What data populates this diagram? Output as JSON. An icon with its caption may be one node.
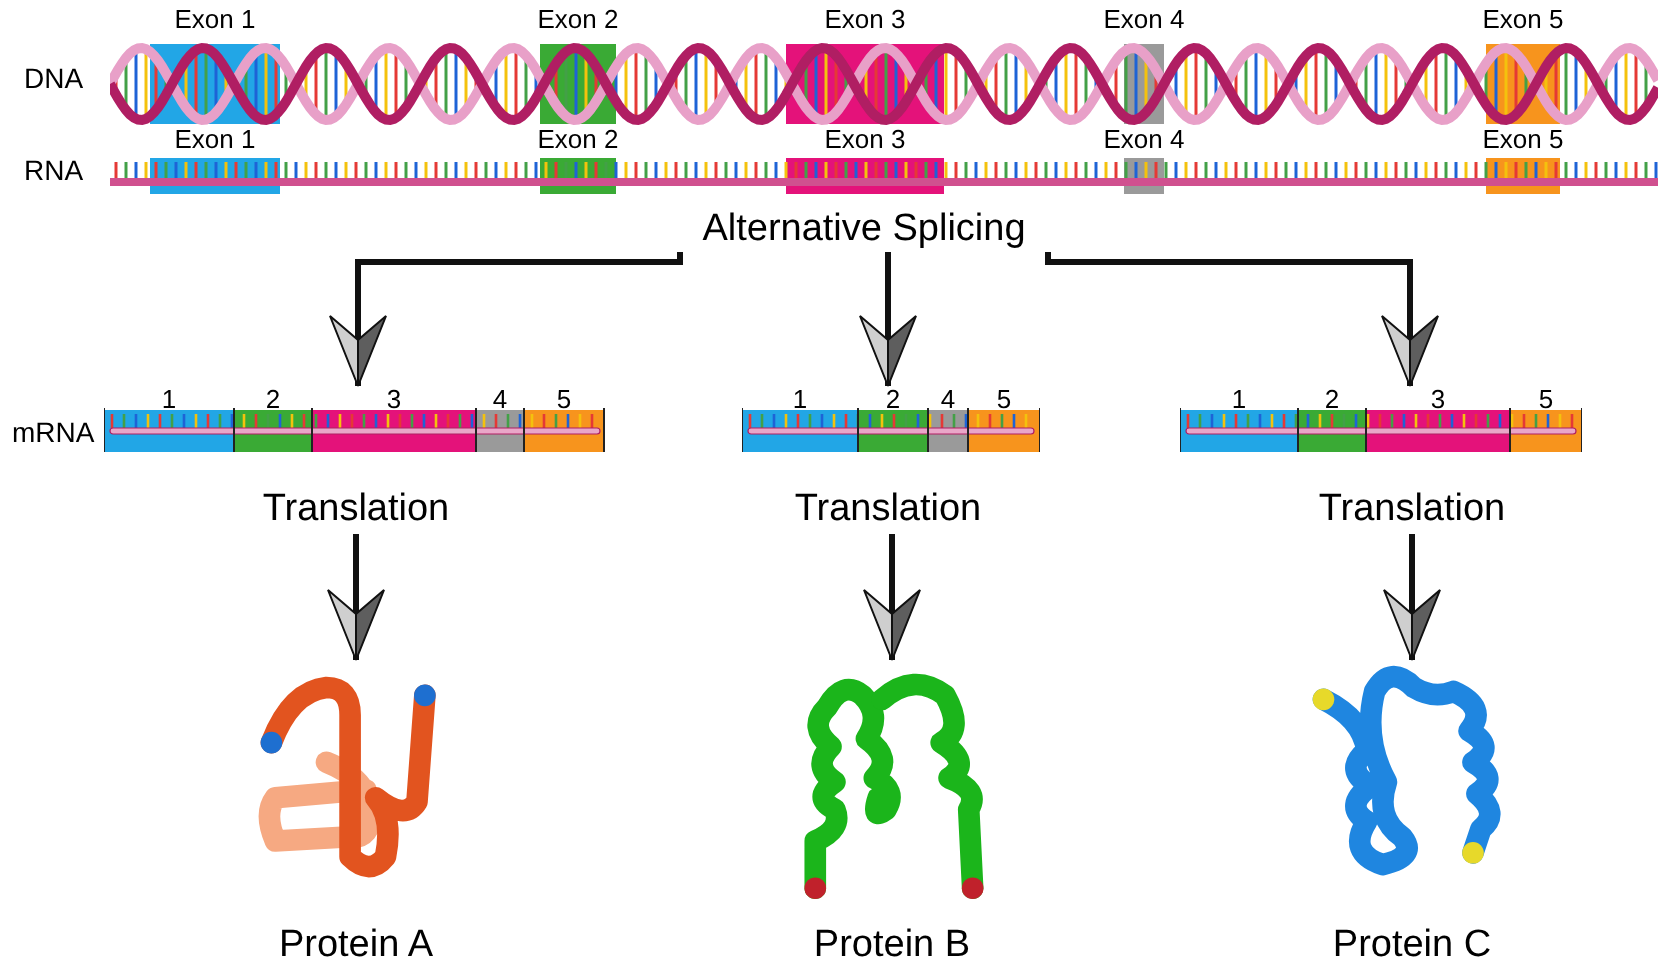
{
  "diagram": {
    "nodes": [
      {
        "text": [
          "Exon 1",
          "Exon 2",
          "Exon 3",
          "Exon 4",
          "Exon 5"
        ],
        "beside": [
          "DNA"
        ]
      },
      {
        "text": [
          "Exon 1",
          "Exon 2",
          "Exon 3",
          "Exon 4",
          "Exon 5"
        ],
        "beside": [
          "RNA"
        ]
      },
      {
        "text": [
          "Alternative Splicing"
        ]
      },
      {
        "text": [
          "1",
          "2",
          "3",
          "4",
          "5"
        ],
        "beside": [
          "mRNA"
        ]
      },
      {
        "text": [
          "1",
          "2",
          "4",
          "5"
        ]
      },
      {
        "text": [
          "1",
          "2",
          "3",
          "5"
        ]
      },
      {
        "text": [
          "Translation"
        ]
      },
      {
        "text": [
          "Translation"
        ]
      },
      {
        "text": [
          "Translation"
        ]
      },
      {
        "text": [
          "Protein A"
        ]
      },
      {
        "text": [
          "Protein B"
        ]
      },
      {
        "text": [
          "Protein C"
        ]
      }
    ],
    "edges": [
      {
        "from": 2,
        "to": 3,
        "arrow": "to"
      },
      {
        "from": 2,
        "to": 4,
        "arrow": "to"
      },
      {
        "from": 2,
        "to": 5,
        "arrow": "to"
      },
      {
        "from": 6,
        "to": 9,
        "arrow": "to"
      },
      {
        "from": 7,
        "to": 10,
        "arrow": "to"
      },
      {
        "from": 8,
        "to": 11,
        "arrow": "to"
      }
    ]
  }
}
